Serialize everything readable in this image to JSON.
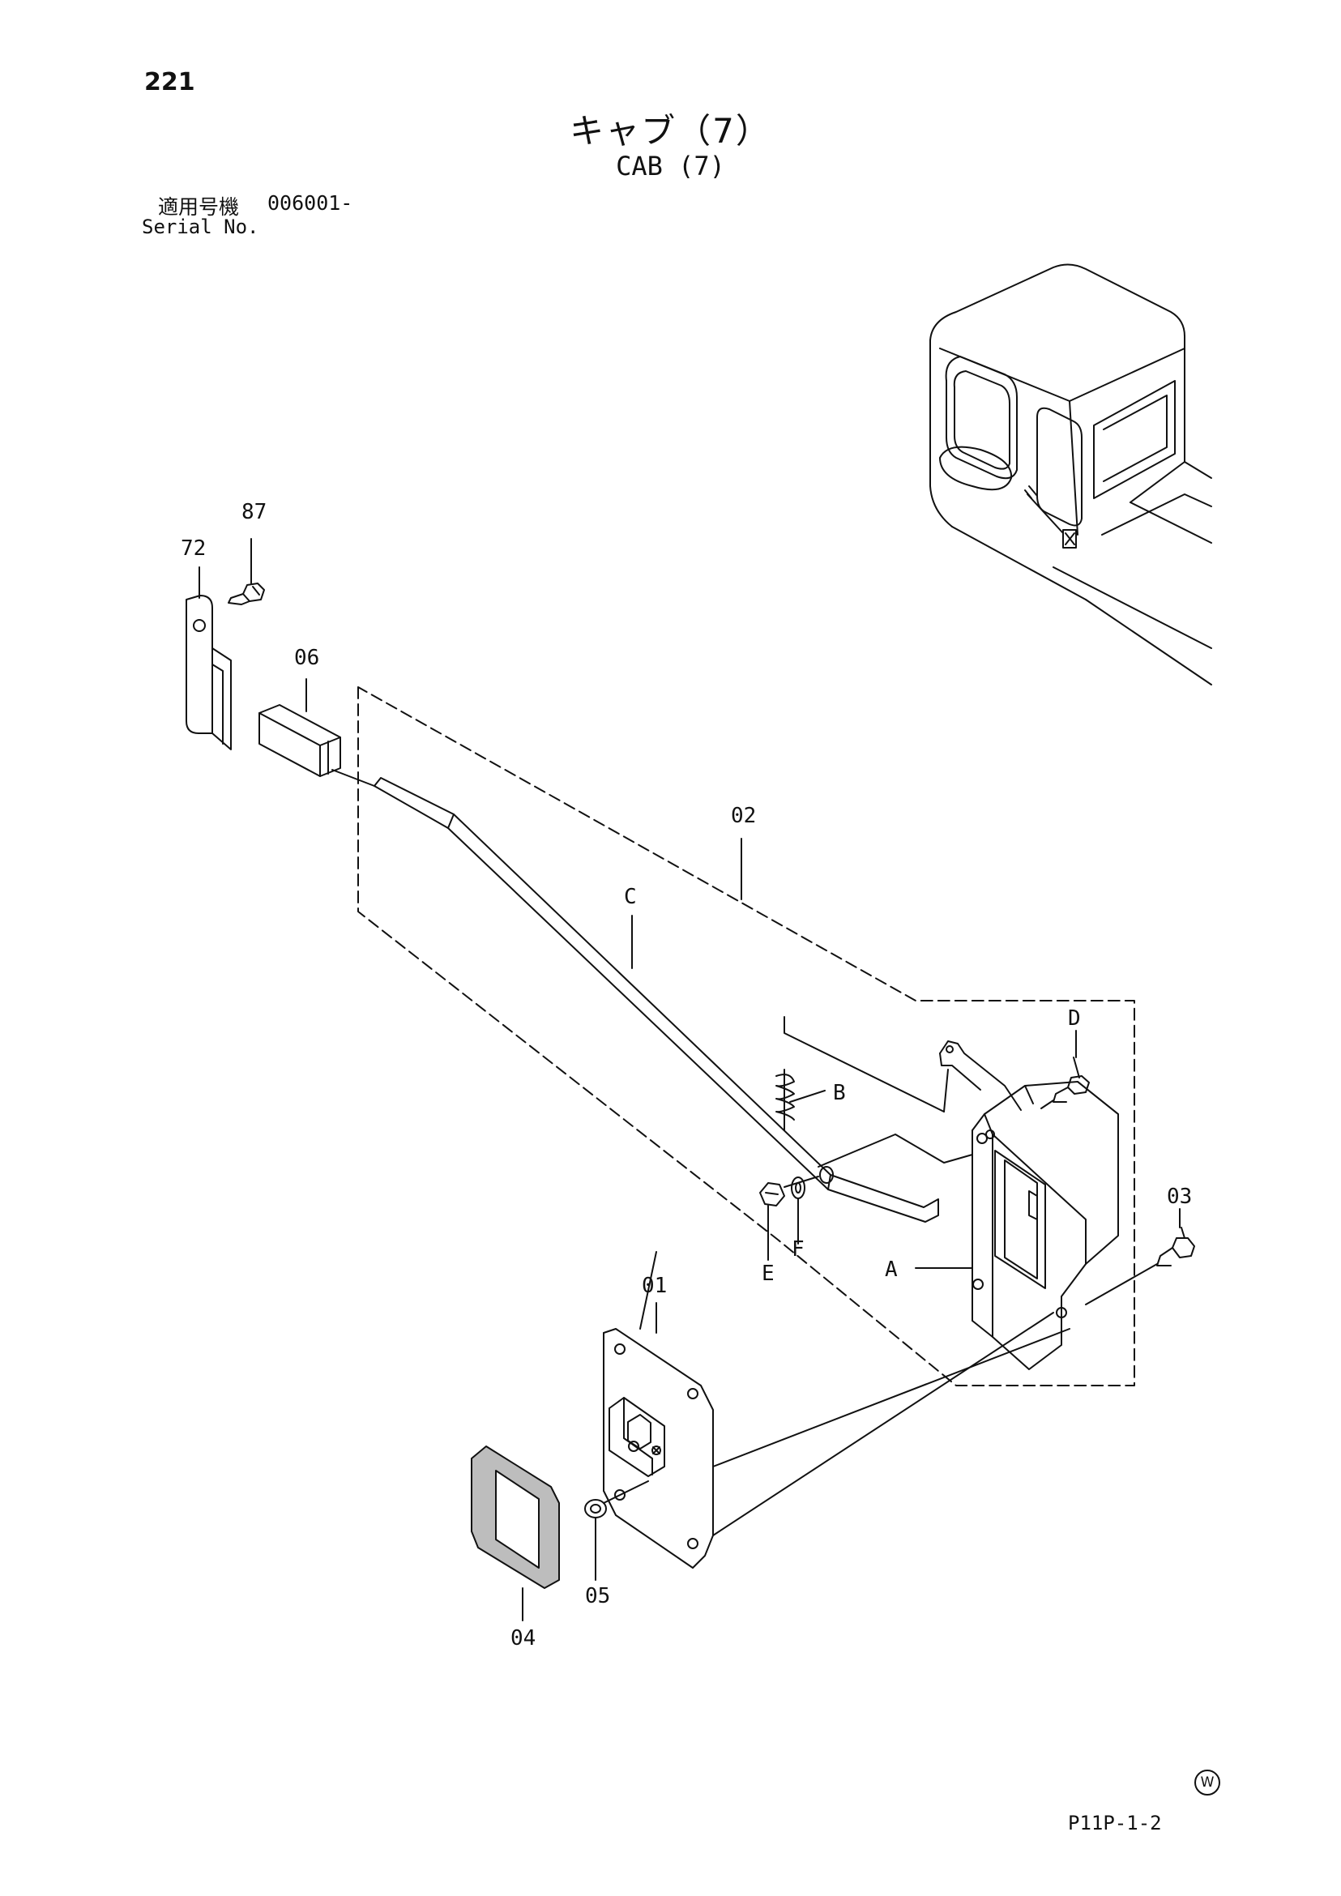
{
  "header": {
    "page_number": "221",
    "title_jp": "キャブ（7）",
    "title_en": "CAB (7)",
    "serial_label_jp": "適用号機",
    "serial_value": "006001-",
    "serial_label_en": "Serial No."
  },
  "callouts": {
    "p87": "87",
    "p72": "72",
    "p06": "06",
    "p02": "02",
    "pC": "C",
    "pD": "D",
    "pB": "B",
    "p03": "03",
    "pE": "E",
    "pF": "F",
    "pA": "A",
    "p01": "01",
    "p05": "05",
    "p04": "04"
  },
  "footer": {
    "ref_code": "P11P-1-2",
    "mark": "W"
  }
}
